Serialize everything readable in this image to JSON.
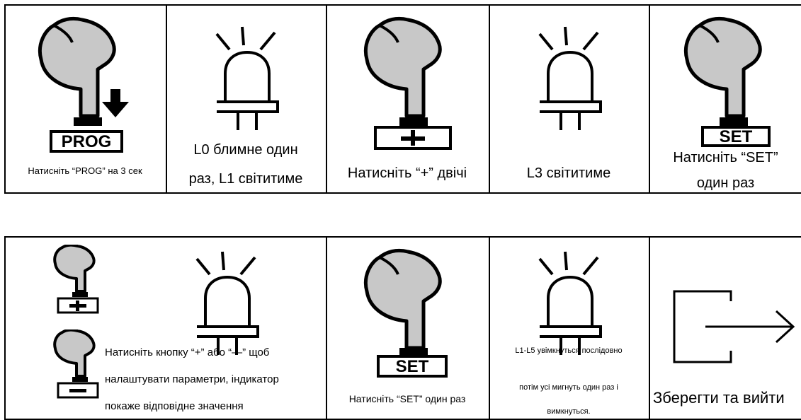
{
  "steps_row1": [
    {
      "button_label": "PROG",
      "caption": "Натисніть “PROG” на 3 сек"
    },
    {
      "caption_line1": "L0 блимне один",
      "caption_line2": "раз, L1 світитиме"
    },
    {
      "button_label": "+",
      "caption": "Натисніть “+” двічі"
    },
    {
      "caption": "L3 світитиме"
    },
    {
      "button_label": "SET",
      "caption_line1": "Натисніть “SET”",
      "caption_line2": "один раз"
    }
  ],
  "steps_row2": [
    {
      "caption_line1": "Натисніть кнопку “+” або “—” щоб",
      "caption_line2": "налаштувати параметри, індикатор",
      "caption_line3": "покаже відповідне значення"
    },
    {
      "button_label": "SET",
      "caption": "Натисніть “SET” один раз"
    },
    {
      "caption_line1": "L1-L5 увімкнуться послідовно",
      "caption_line2": "потім усі мигнуть один раз і",
      "caption_line3": "вимкнуться."
    },
    {
      "caption": "Зберегти та вийти"
    }
  ]
}
